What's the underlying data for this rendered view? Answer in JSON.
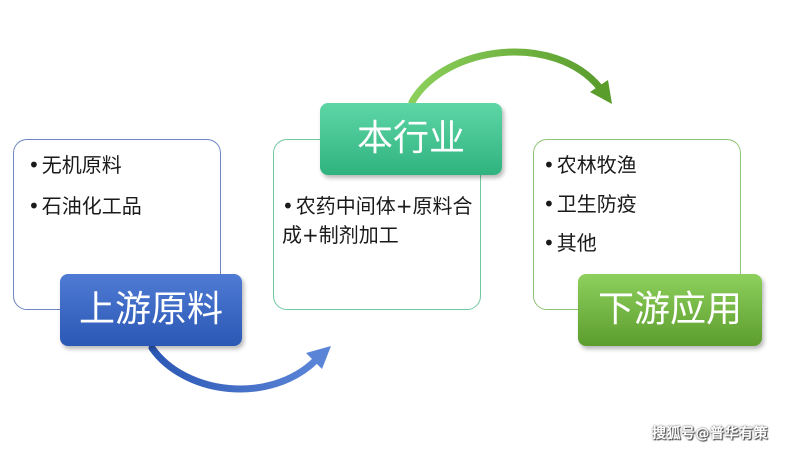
{
  "upstream": {
    "title": "上游原料",
    "bullet": "•",
    "items": [
      "无机原料",
      "石油化工品"
    ],
    "color": "#2f5bb8"
  },
  "industry": {
    "title": "本行业",
    "bullet": "•",
    "items": [
      "农药中间体+原料合成+制剂加工"
    ],
    "color": "#3cbf8a"
  },
  "downstream": {
    "title": "下游应用",
    "bullet": "•",
    "items": [
      "农林牧渔",
      "卫生防疫",
      "其他"
    ],
    "color": "#6aab3c"
  },
  "arrows": [
    {
      "from": "upstream",
      "to": "industry",
      "color": "#3d66bf"
    },
    {
      "from": "industry",
      "to": "downstream",
      "color": "#6db342"
    }
  ],
  "watermark": "搜狐号@普华有策"
}
